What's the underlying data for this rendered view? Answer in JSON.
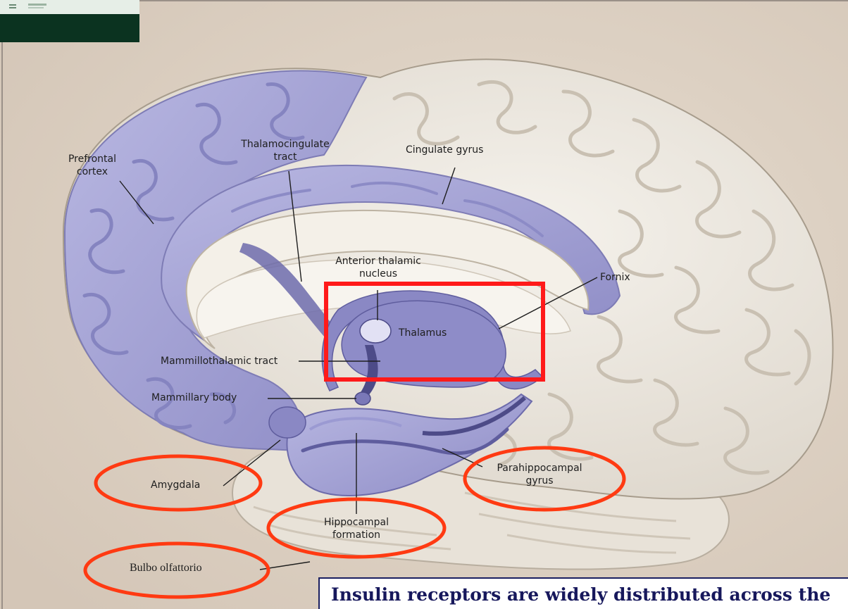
{
  "labels": {
    "prefrontal_cortex": "Prefrontal\ncortex",
    "thalamocingulate_tract": "Thalamocingulate\ntract",
    "cingulate_gyrus": "Cingulate gyrus",
    "anterior_thalamic_nucleus": "Anterior thalamic\nnucleus",
    "fornix": "Fornix",
    "thalamus": "Thalamus",
    "mammillothalamic_tract": "Mammillothalamic tract",
    "mammillary_body": "Mammillary body",
    "amygdala": "Amygdala",
    "parahippocampal_gyrus": "Parahippocampal\ngyrus",
    "hippocampal_formation": "Hippocampal\nformation",
    "bulbo_olfattorio": "Bulbo olfattorio"
  },
  "caption": "Insulin receptors are widely distributed across the",
  "colors": {
    "background": "#dcd0c4",
    "cortex": "#eeeae2",
    "limbic": "#a9a8d6",
    "highlight_box": "#ff1a1a",
    "highlight_ellipse": "#ff3a12",
    "caption_text": "#17185c"
  }
}
